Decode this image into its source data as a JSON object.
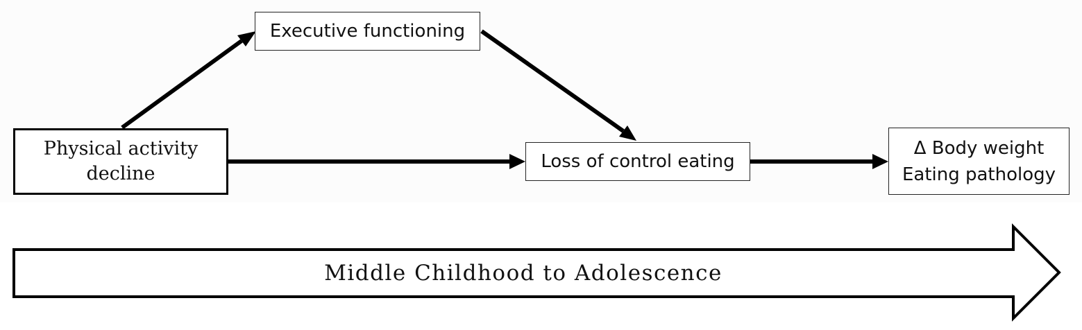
{
  "diagram": {
    "nodes": {
      "physical_activity": {
        "line1": "Physical activity",
        "line2": "decline"
      },
      "executive_functioning": {
        "label": "Executive functioning"
      },
      "loss_of_control": {
        "label": "Loss of control eating"
      },
      "outcome": {
        "line1": "Δ Body weight",
        "line2": "Eating pathology"
      }
    },
    "edges": [
      {
        "from": "Physical activity decline",
        "to": "Executive functioning"
      },
      {
        "from": "Executive functioning",
        "to": "Loss of control eating"
      },
      {
        "from": "Physical activity decline",
        "to": "Loss of control eating"
      },
      {
        "from": "Loss of control eating",
        "to": "Δ Body weight / Eating pathology"
      }
    ],
    "timeline": {
      "label": "Middle Childhood to Adolescence"
    },
    "colors": {
      "stroke": "#000000",
      "node_fill": "#ffffff",
      "panel_background": "#fcfcfc"
    }
  }
}
